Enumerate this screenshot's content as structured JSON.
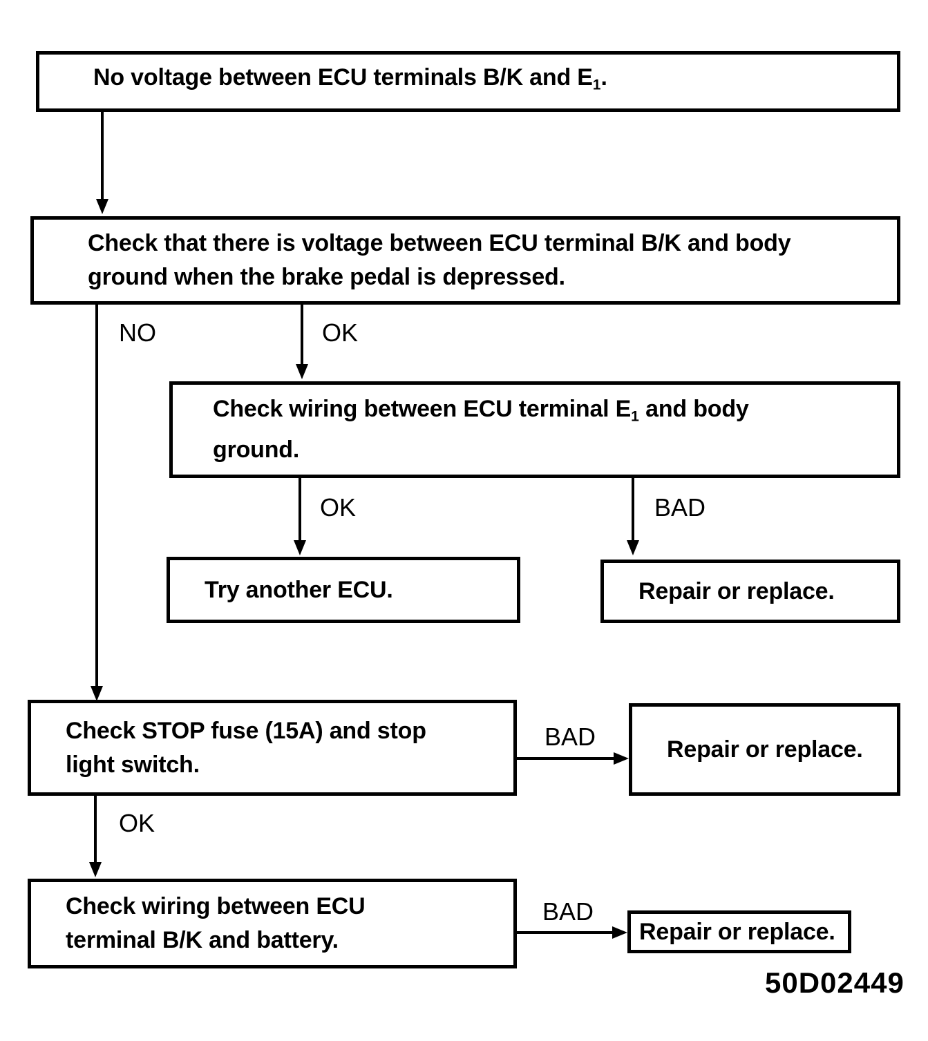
{
  "figure": {
    "code": "50D02449",
    "type": "troubleshooting-flowchart"
  },
  "nodes": {
    "start": {
      "line1_a": "No voltage between ECU terminals B/K and E",
      "line1_sub": "1",
      "line1_b": "."
    },
    "check_voltage_bk_body": {
      "line1": "Check that there is voltage between ECU terminal B/K and body",
      "line2": "ground when the brake pedal is depressed."
    },
    "check_wiring_e1_ground": {
      "line1_a": "Check wiring between ECU terminal E",
      "line1_sub": "1",
      "line1_b": " and body",
      "line2": "ground."
    },
    "try_another_ecu": {
      "line1": "Try another ECU."
    },
    "repair_or_replace_1": {
      "line1": "Repair or replace."
    },
    "check_stop_fuse": {
      "line1": "Check STOP fuse (15A) and stop",
      "line2": "light switch."
    },
    "repair_or_replace_2": {
      "line1": "Repair or replace."
    },
    "check_wiring_bk_battery": {
      "line1": "Check wiring between ECU",
      "line2": "terminal B/K and battery."
    },
    "repair_or_replace_3": {
      "line1": "Repair or replace."
    }
  },
  "edge_labels": {
    "no_from_voltage_check": "NO",
    "ok_from_voltage_check": "OK",
    "ok_from_wiring_e1": "OK",
    "bad_from_wiring_e1": "BAD",
    "bad_from_stop_fuse": "BAD",
    "ok_from_stop_fuse": "OK",
    "bad_from_wiring_battery": "BAD"
  },
  "colors": {
    "stroke": "#000000",
    "background": "#ffffff",
    "text": "#000000"
  }
}
